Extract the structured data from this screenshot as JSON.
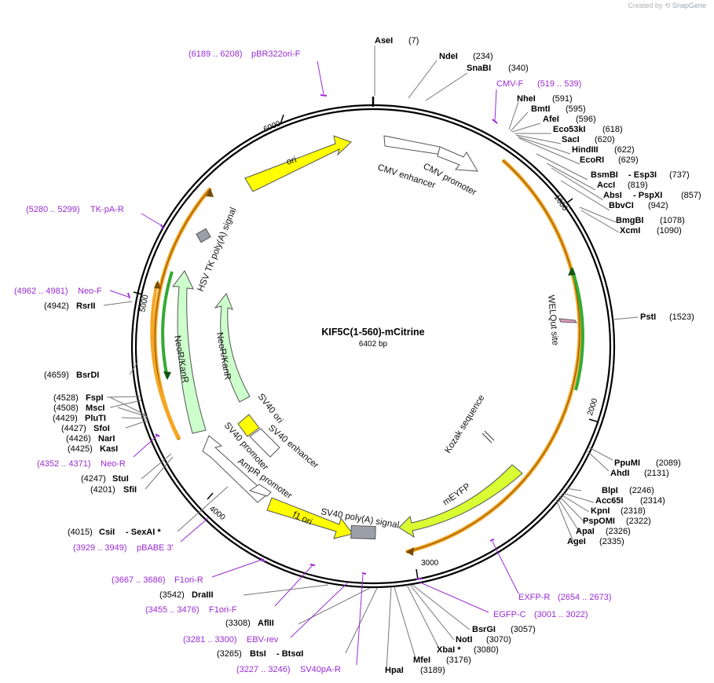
{
  "credit": {
    "prefix": "Created by",
    "brand": "SnapGene"
  },
  "plasmid": {
    "name": "KIF5C(1-560)-mCitrine",
    "length": "6402 bp"
  },
  "ticks": [
    "1000",
    "2000",
    "3000",
    "4000",
    "5000",
    "6000"
  ],
  "colors": {
    "primer": "#9a2bd3",
    "ori": "#ffff00",
    "neo": "#ccffcc",
    "orange": "#f5a623",
    "green": "#33aa33",
    "mEYFP": "#d9ff33",
    "promoter": "#ffffff"
  },
  "enzymes": [
    {
      "name": "AseI",
      "pos": "(7)"
    },
    {
      "name": "NdeI",
      "pos": "(234)"
    },
    {
      "name": "SnaBI",
      "pos": "(340)"
    },
    {
      "name": "NheI",
      "pos": "(591)"
    },
    {
      "name": "BmtI",
      "pos": "(595)"
    },
    {
      "name": "AfeI",
      "pos": "(596)"
    },
    {
      "name": "Eco53kI",
      "pos": "(618)"
    },
    {
      "name": "SacI",
      "pos": "(620)"
    },
    {
      "name": "HindIII",
      "pos": "(622)"
    },
    {
      "name": "EcoRI",
      "pos": "(629)"
    },
    {
      "name": "BsmBI",
      "name2": "Esp3I",
      "pos": "(737)"
    },
    {
      "name": "AccI",
      "pos": "(819)"
    },
    {
      "name": "AbsI",
      "name2": "PspXI",
      "pos": "(857)"
    },
    {
      "name": "BbvCI",
      "pos": "(942)"
    },
    {
      "name": "BmgBI",
      "pos": "(1078)"
    },
    {
      "name": "XcmI",
      "pos": "(1090)"
    },
    {
      "name": "PstI",
      "pos": "(1523)"
    },
    {
      "name": "PpuMI",
      "pos": "(2089)"
    },
    {
      "name": "AhdI",
      "pos": "(2131)"
    },
    {
      "name": "BlpI",
      "pos": "(2246)"
    },
    {
      "name": "Acc65I",
      "pos": "(2314)"
    },
    {
      "name": "KpnI",
      "pos": "(2318)"
    },
    {
      "name": "PspOMI",
      "pos": "(2322)"
    },
    {
      "name": "ApaI",
      "pos": "(2326)"
    },
    {
      "name": "AgeI",
      "pos": "(2335)"
    },
    {
      "name": "BsrGI",
      "pos": "(3057)"
    },
    {
      "name": "NotI",
      "pos": "(3070)"
    },
    {
      "name": "XbaI *",
      "pos": "(3080)"
    },
    {
      "name": "MfeI",
      "pos": "(3176)"
    },
    {
      "name": "HpaI",
      "pos": "(3189)"
    },
    {
      "name": "BtsI",
      "name2": "BtsαI",
      "pos": "(3265)"
    },
    {
      "name": "AflII",
      "pos": "(3308)"
    },
    {
      "name": "DraIII",
      "pos": "(3542)"
    },
    {
      "name": "CsiI",
      "name2": "SexAI *",
      "pos": "(4015)"
    },
    {
      "name": "SfiI",
      "pos": "(4201)"
    },
    {
      "name": "StuI",
      "pos": "(4247)"
    },
    {
      "name": "KasI",
      "pos": "(4425)"
    },
    {
      "name": "NarI",
      "pos": "(4426)"
    },
    {
      "name": "SfoI",
      "pos": "(4427)"
    },
    {
      "name": "PluTI",
      "pos": "(4429)"
    },
    {
      "name": "MscI",
      "pos": "(4508)"
    },
    {
      "name": "FspI",
      "pos": "(4528)"
    },
    {
      "name": "BsrDI",
      "pos": "(4659)"
    },
    {
      "name": "RsrII",
      "pos": "(4942)"
    }
  ],
  "primers": [
    {
      "name": "pBR322ori-F",
      "range": "(6189 .. 6208)"
    },
    {
      "name": "CMV-F",
      "range": "(519 .. 539)"
    },
    {
      "name": "TK-pA-R",
      "range": "(5280 .. 5299)"
    },
    {
      "name": "Neo-F",
      "range": "(4962 .. 4981)"
    },
    {
      "name": "Neo-R",
      "range": "(4352 .. 4371)"
    },
    {
      "name": "pBABE 3'",
      "range": "(3929 .. 3949)"
    },
    {
      "name": "F1ori-R",
      "range": "(3667 .. 3686)"
    },
    {
      "name": "F1ori-F",
      "range": "(3455 .. 3476)"
    },
    {
      "name": "EBV-rev",
      "range": "(3281 .. 3300)"
    },
    {
      "name": "SV40pA-R",
      "range": "(3227 .. 3246)"
    },
    {
      "name": "EXFP-R",
      "range": "(2654 .. 2673)"
    },
    {
      "name": "EGFP-C",
      "range": "(3001 .. 3022)"
    }
  ],
  "features": {
    "ori": "ori",
    "cmv_enhancer": "CMV enhancer",
    "cmv_promoter": "CMV promoter",
    "hsv_tk": "HSV TK poly(A) signal",
    "neo_inner": "NeoR/KanR",
    "neo_outer": "NeoR/KanR",
    "sv40_ori": "SV40 ori",
    "sv40_enhancer": "SV40 enhancer",
    "sv40_promoter": "SV40 promoter",
    "ampr_promoter": "AmpR promoter",
    "f1_ori": "f1 ori",
    "sv40_polya": "SV40 poly(A) signal",
    "mEYFP": "mEYFP",
    "kozak": "Kozak sequence",
    "welqut": "WELQut site"
  }
}
